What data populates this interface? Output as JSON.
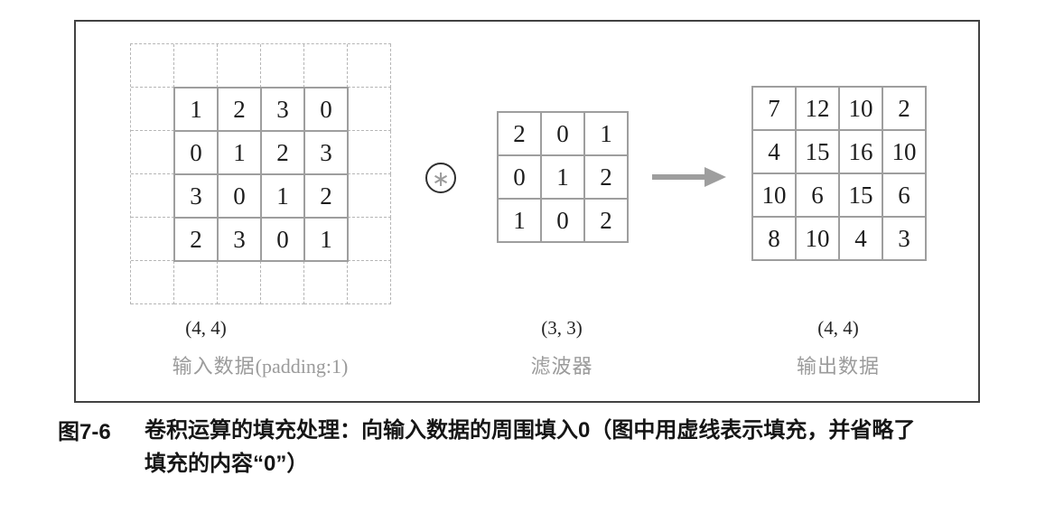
{
  "figure": {
    "input": {
      "shape": "(4, 4)",
      "label_cn": "输入数据",
      "label_suffix": "(padding:1)",
      "padded_rows": 6,
      "padded_cols": 6,
      "values": [
        [
          1,
          2,
          3,
          0
        ],
        [
          0,
          1,
          2,
          3
        ],
        [
          3,
          0,
          1,
          2
        ],
        [
          2,
          3,
          0,
          1
        ]
      ]
    },
    "operator": "∗",
    "filter": {
      "shape": "(3, 3)",
      "label_cn": "滤波器",
      "values": [
        [
          2,
          0,
          1
        ],
        [
          0,
          1,
          2
        ],
        [
          1,
          0,
          2
        ]
      ]
    },
    "output": {
      "shape": "(4, 4)",
      "label_cn": "输出数据",
      "values": [
        [
          7,
          12,
          10,
          2
        ],
        [
          4,
          15,
          16,
          10
        ],
        [
          10,
          6,
          15,
          6
        ],
        [
          8,
          10,
          4,
          3
        ]
      ]
    }
  },
  "caption": {
    "figure_number": "图7-6",
    "line1": "卷积运算的填充处理：向输入数据的周围填入0（图中用虚线表示填充，并省略了",
    "line2": "填充的内容“0”）"
  },
  "colors": {
    "grid_line": "#9e9e9e",
    "dash_line": "#b6b6b6",
    "num_ink": "#1c1c1c",
    "gray_label": "#9b9b9b",
    "frame_border": "#424242",
    "arrow": "#9e9e9e",
    "circle": "#2f2f2f"
  }
}
